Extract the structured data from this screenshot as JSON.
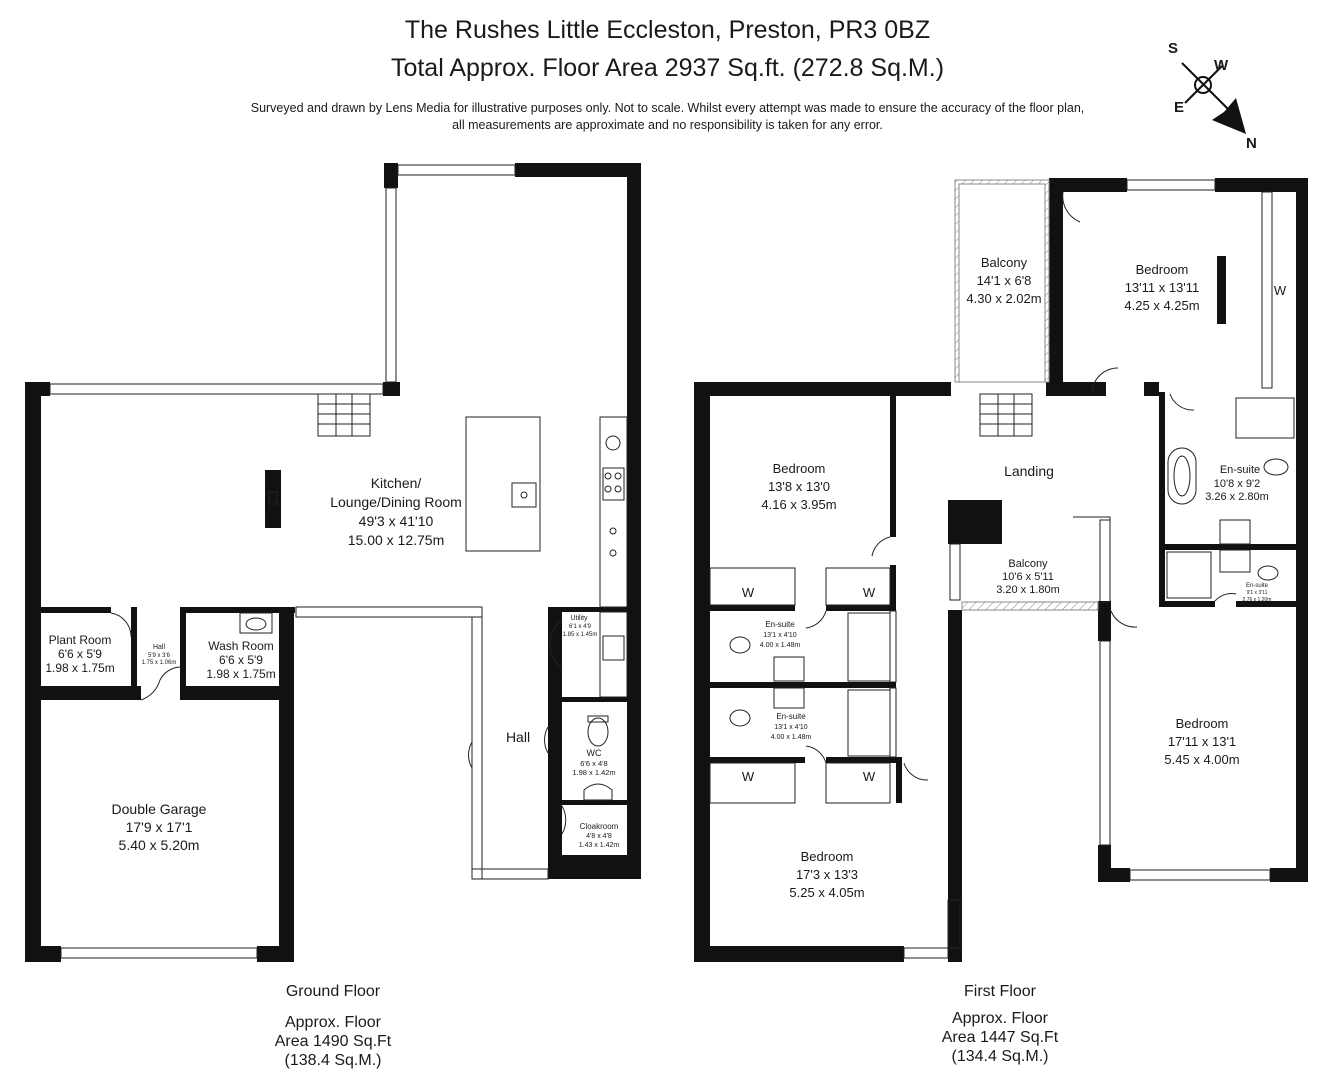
{
  "header": {
    "title": "The Rushes Little Eccleston, Preston, PR3 0BZ",
    "total_area": "Total Approx. Floor Area 2937 Sq.ft. (272.8 Sq.M.)",
    "disclaimer_1": "Surveyed and drawn by Lens Media for illustrative purposes only. Not to scale. Whilst every attempt was made to ensure the accuracy of the floor plan,",
    "disclaimer_2": "all measurements are approximate and no responsibility is taken for any error."
  },
  "compass": {
    "s": "S",
    "w": "W",
    "e": "E",
    "n": "N"
  },
  "ground_floor": {
    "name": "Ground Floor",
    "area_1": "Approx. Floor",
    "area_2": "Area 1490 Sq.Ft",
    "area_3": "(138.4 Sq.M.)",
    "rooms": {
      "kitchen": {
        "name1": "Kitchen/",
        "name2": "Lounge/Dining Room",
        "imp": "49'3 x 41'10",
        "met": "15.00 x 12.75m"
      },
      "plant": {
        "name": "Plant Room",
        "imp": "6'6 x 5'9",
        "met": "1.98 x 1.75m"
      },
      "hall_small": {
        "name": "Hall",
        "imp": "5'9 x 3'6",
        "met": "1.75 x 1.06m"
      },
      "wash": {
        "name": "Wash Room",
        "imp": "6'6 x 5'9",
        "met": "1.98 x 1.75m"
      },
      "utility": {
        "name": "Utility",
        "imp": "6'1 x 4'9",
        "met": "1.85 x 1.45m"
      },
      "hall": {
        "name": "Hall"
      },
      "wc": {
        "name": "WC",
        "imp": "6'6 x 4'8",
        "met": "1.98 x 1.42m"
      },
      "cloak": {
        "name": "Cloakroom",
        "imp": "4'8 x 4'8",
        "met": "1.43 x 1.42m"
      },
      "garage": {
        "name": "Double Garage",
        "imp": "17'9 x 17'1",
        "met": "5.40 x 5.20m"
      }
    }
  },
  "first_floor": {
    "name": "First Floor",
    "area_1": "Approx. Floor",
    "area_2": "Area 1447 Sq.Ft",
    "area_3": "(134.4 Sq.M.)",
    "rooms": {
      "balcony_top": {
        "name": "Balcony",
        "imp": "14'1 x 6'8",
        "met": "4.30 x 2.02m"
      },
      "bed_tr": {
        "name": "Bedroom",
        "imp": "13'11 x 13'11",
        "met": "4.25 x 4.25m"
      },
      "bed_l": {
        "name": "Bedroom",
        "imp": "13'8 x 13'0",
        "met": "4.16 x 3.95m"
      },
      "landing": {
        "name": "Landing"
      },
      "ensuite_main": {
        "name": "En-suite",
        "imp": "10'8 x 9'2",
        "met": "3.26 x 2.80m"
      },
      "balcony_mid": {
        "name": "Balcony",
        "imp": "10'6 x 5'11",
        "met": "3.20 x 1.80m"
      },
      "ensuite_small": {
        "name": "En-suite",
        "imp": "9'1 x 3'11",
        "met": "2.76 x 1.20m"
      },
      "ensuite_a": {
        "name": "En-suite",
        "imp": "13'1 x 4'10",
        "met": "4.00 x 1.48m"
      },
      "ensuite_b": {
        "name": "En-suite",
        "imp": "13'1 x 4'10",
        "met": "4.00 x 1.48m"
      },
      "bed_br": {
        "name": "Bedroom",
        "imp": "17'11 x 13'1",
        "met": "5.45 x 4.00m"
      },
      "bed_bl": {
        "name": "Bedroom",
        "imp": "17'3 x 13'3",
        "met": "5.25 x 4.05m"
      }
    },
    "wardrobe": "W"
  }
}
